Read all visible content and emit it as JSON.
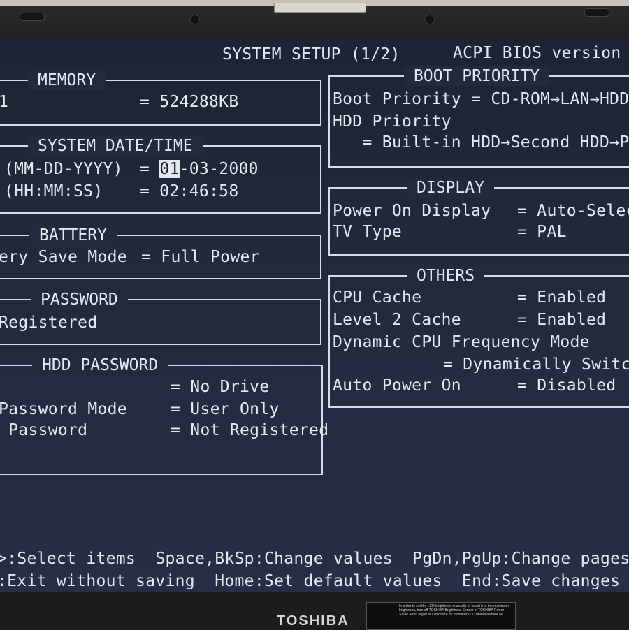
{
  "header": {
    "title": "SYSTEM SETUP (1/2)",
    "bios_version_label": "ACPI BIOS version ="
  },
  "memory": {
    "title": "MEMORY",
    "row_label": "1",
    "row_value": "= 524288KB"
  },
  "datetime": {
    "title": "SYSTEM DATE/TIME",
    "date_label": "(MM-DD-YYYY)",
    "date_eq": "=",
    "date_cursor": "01",
    "date_rest": "-03-2000",
    "time_label": "(HH:MM:SS)",
    "time_value": "= 02:46:58"
  },
  "battery": {
    "title": "BATTERY",
    "label": "ery Save Mode",
    "value": "= Full Power"
  },
  "password": {
    "title": "PASSWORD",
    "value": "Registered"
  },
  "hdd_password": {
    "title": "HDD PASSWORD",
    "rows": [
      {
        "label": "",
        "value": "= No Drive"
      },
      {
        "label": "Password Mode",
        "value": "= User Only"
      },
      {
        "label": " Password",
        "value": "= Not Registered"
      }
    ]
  },
  "boot": {
    "title": "BOOT PRIORITY",
    "line1": "Boot Priority = CD-ROM→LAN→HDD→F",
    "line2": "HDD Priority",
    "line3": "   = Built-in HDD→Second HDD→PC"
  },
  "display": {
    "title": "DISPLAY",
    "rows": [
      {
        "label": "Power On Display",
        "value": "= Auto-Selec"
      },
      {
        "label": "TV Type",
        "value": "= PAL"
      }
    ]
  },
  "others": {
    "title": "OTHERS",
    "cpu_cache_label": "CPU Cache",
    "cpu_cache_value": "= Enabled",
    "l2_label": "Level 2 Cache",
    "l2_value": "= Enabled",
    "dyn_label": "Dynamic CPU Frequency Mode",
    "dyn_value": "= Dynamically Switch",
    "apo_label": "Auto Power On",
    "apo_value": "= Disabled"
  },
  "help": {
    "line1": ">:Select items  Space,BkSp:Change values  PgDn,PgUp:Change pages",
    "line2": ":Exit without saving  Home:Set default values  End:Save changes and Ex"
  },
  "bezel": {
    "brand": "TOSHIBA",
    "sticker_text": "In order to set the LCD brightness manually or to set it to the maximum brightness, turn off TOSHIBA Brightness Sensor in TOSHIBA Power Saver. Pour régler la luminosité du moniteur LCD manuellement ou"
  }
}
